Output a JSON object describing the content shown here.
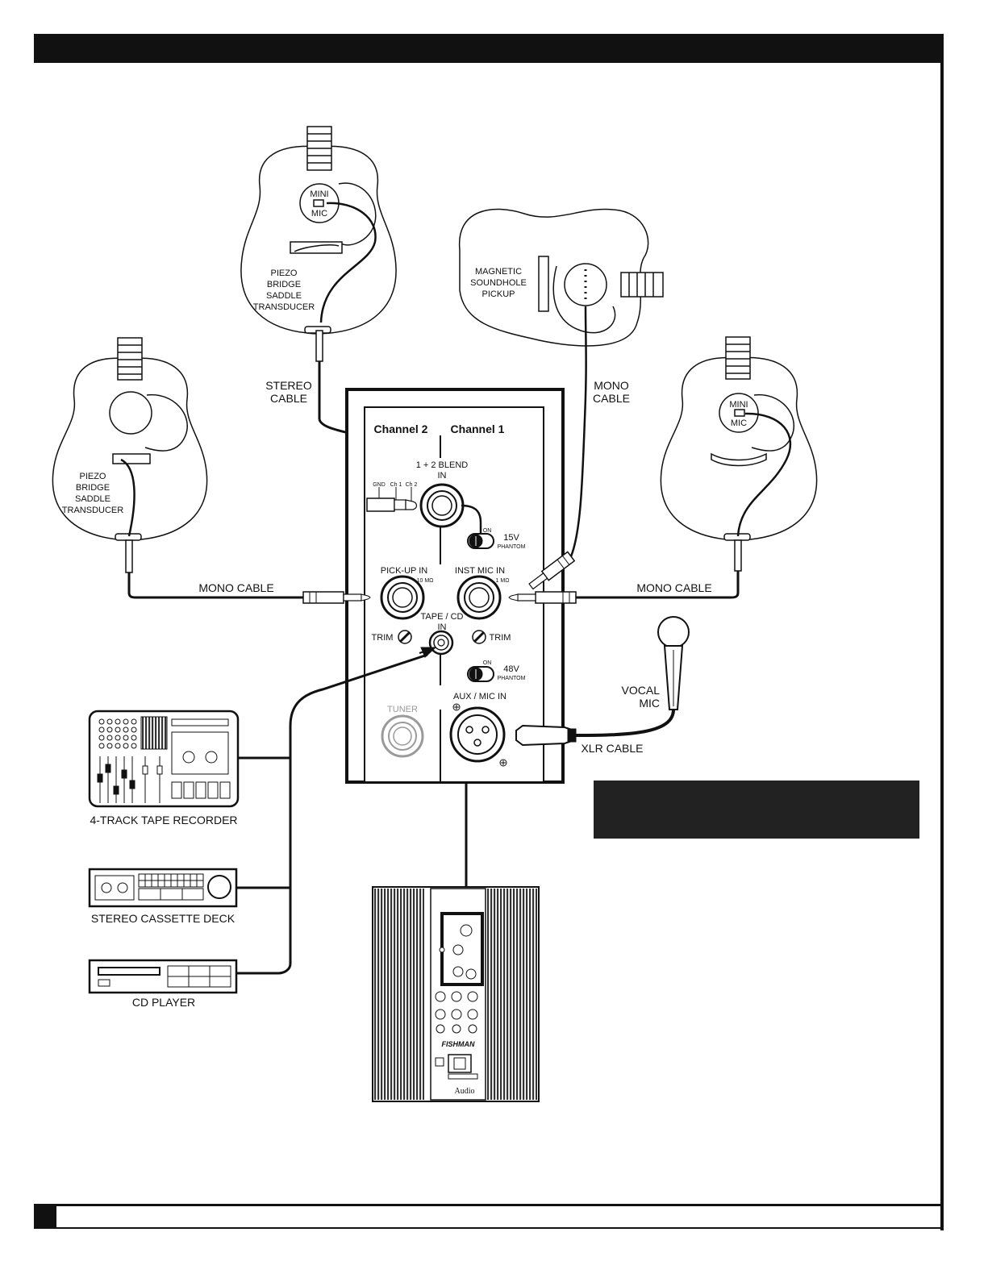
{
  "labels": {
    "channel2": "Channel 2",
    "channel1": "Channel 1",
    "blend_in": [
      "1 + 2  BLEND",
      "IN"
    ],
    "gnd": "GND",
    "ch1_small": "Ch 1",
    "ch2_small": "Ch 2",
    "phantom15": [
      "15V",
      "PHANTOM"
    ],
    "phantom48": [
      "48V",
      "PHANTOM"
    ],
    "on": "ON",
    "pickup_in": "PICK-UP IN",
    "pickup_impedance": "10 MΩ",
    "inst_mic_in": "INST  MIC IN",
    "mic_impedance": "1 MΩ",
    "tape_cd_in": [
      "TAPE / CD",
      "IN"
    ],
    "trim": "TRIM",
    "tuner": "TUNER",
    "aux_mic_in": "AUX / MIC IN",
    "stereo_cable": [
      "STEREO",
      "CABLE"
    ],
    "mono_cable_top": [
      "MONO",
      "CABLE"
    ],
    "mono_cable_left": "MONO CABLE",
    "mono_cable_right": "MONO CABLE",
    "xlr_cable": "XLR CABLE",
    "vocal_mic": [
      "VOCAL",
      "MIC"
    ],
    "mini_mic": [
      "MINI",
      "MIC"
    ],
    "piezo": [
      "PIEZO",
      "BRIDGE",
      "SADDLE",
      "TRANSDUCER"
    ],
    "magnetic": [
      "MAGNETIC",
      "SOUNDHOLE",
      "PICKUP"
    ],
    "tape_recorder": "4-TRACK TAPE RECORDER",
    "cassette_deck": "STEREO CASSETTE DECK",
    "cd_player": "CD PLAYER",
    "brand": "FISHMAN",
    "audio_logo": "Audio"
  },
  "colors": {
    "ink": "#111111",
    "panel_bg": "#ffffff",
    "amp_grille": "#444444",
    "tuner_gray": "#9a9a9a"
  }
}
